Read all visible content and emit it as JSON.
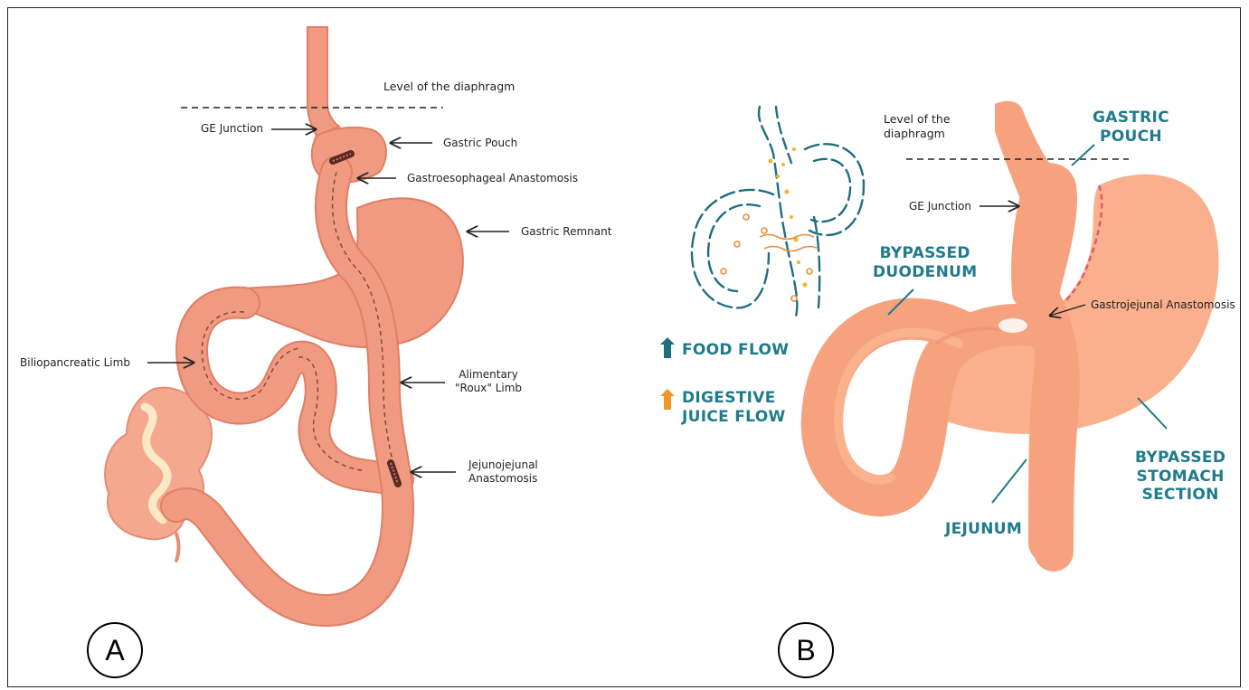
{
  "panel_a": {
    "badge": "A",
    "labels": {
      "diaphragm": "Level of the diaphragm",
      "ge_junction": "GE Junction",
      "gastric_pouch": "Gastric Pouch",
      "ge_anastomosis": "Gastroesophageal Anastomosis",
      "gastric_remnant": "Gastric Remnant",
      "biliopancreatic_limb": "Biliopancreatic Limb",
      "alimentary_line1": "Alimentary",
      "alimentary_line2": "\"Roux\" Limb",
      "jj_line1": "Jejunojejunal",
      "jj_line2": "Anastomosis"
    }
  },
  "panel_b": {
    "badge": "B",
    "labels": {
      "diaphragm_line1": "Level of the",
      "diaphragm_line2": "diaphragm",
      "ge_junction": "GE Junction",
      "gastric_pouch_line1": "GASTRIC",
      "gastric_pouch_line2": "POUCH",
      "bypassed_duodenum_line1": "BYPASSED",
      "bypassed_duodenum_line2": "DUODENUM",
      "gastrojejunal": "Gastrojejunal Anastomosis",
      "bypassed_stomach_line1": "BYPASSED",
      "bypassed_stomach_line2": "STOMACH",
      "bypassed_stomach_line3": "SECTION",
      "jejunum": "JEJUNUM"
    },
    "legend": {
      "food_flow": "FOOD FLOW",
      "digestive_line1": "DIGESTIVE",
      "digestive_line2": "JUICE FLOW"
    }
  },
  "colors": {
    "tissue_a": "#f09a82",
    "tissue_a_dark": "#e07e66",
    "tissue_b": "#f7a27e",
    "tissue_b_light": "#fbb894",
    "label_teal": "#1f7b8c",
    "food_flow": "#1f6e80",
    "digestive_flow": "#f0962a",
    "anastomosis_red": "#e0596a"
  }
}
